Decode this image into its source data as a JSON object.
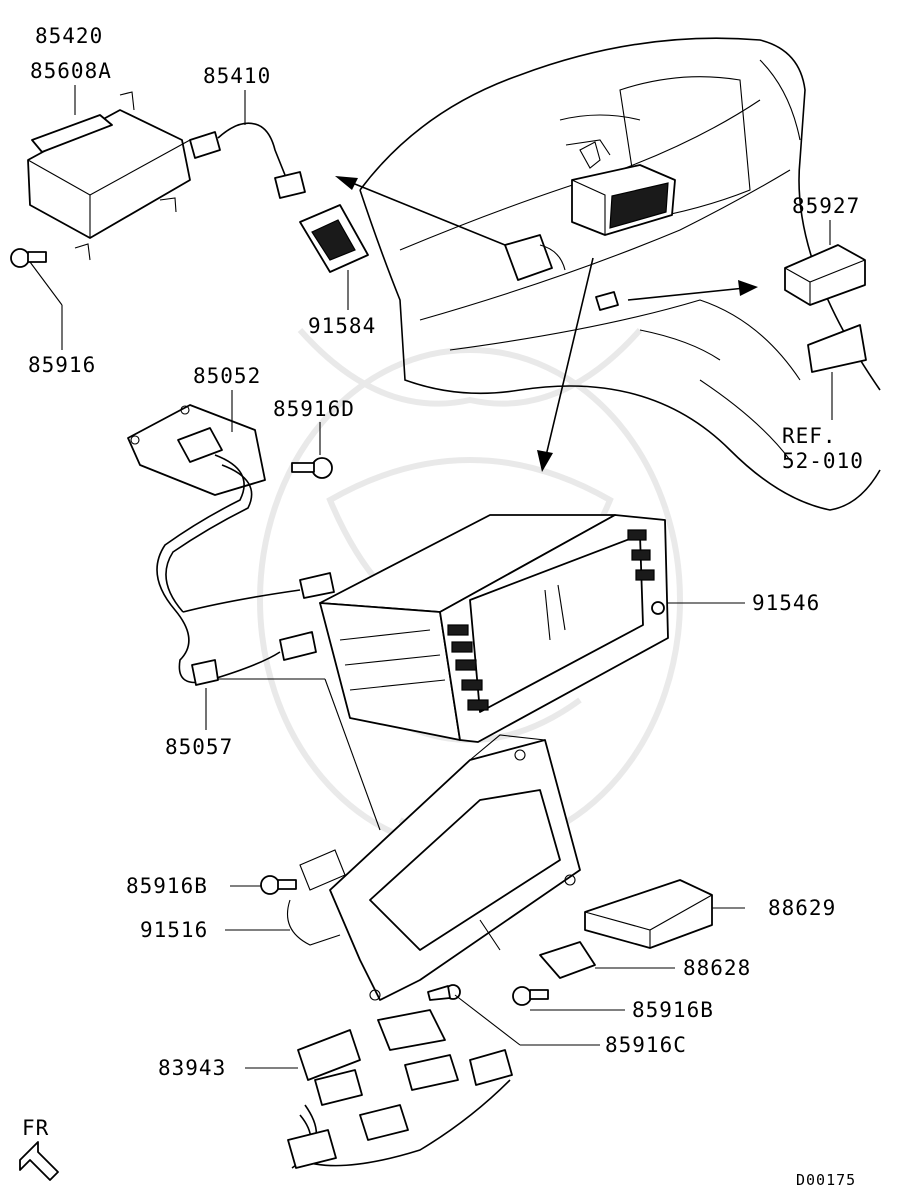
{
  "diagram": {
    "code": "D00175",
    "direction_label": "FR",
    "callouts": [
      {
        "id": "c85420",
        "text": "85420"
      },
      {
        "id": "c85608A",
        "text": "85608A"
      },
      {
        "id": "c85410",
        "text": "85410"
      },
      {
        "id": "c85916",
        "text": "85916"
      },
      {
        "id": "c91584",
        "text": "91584"
      },
      {
        "id": "c85927",
        "text": "85927"
      },
      {
        "id": "cREF1",
        "text": "REF."
      },
      {
        "id": "cREF2",
        "text": "52-010"
      },
      {
        "id": "c85052",
        "text": "85052"
      },
      {
        "id": "c85916D",
        "text": "85916D"
      },
      {
        "id": "c91546",
        "text": "91546"
      },
      {
        "id": "c85057",
        "text": "85057"
      },
      {
        "id": "c85916B_a",
        "text": "85916B"
      },
      {
        "id": "c91516",
        "text": "91516"
      },
      {
        "id": "c88629",
        "text": "88629"
      },
      {
        "id": "c88628",
        "text": "88628"
      },
      {
        "id": "c85916B_b",
        "text": "85916B"
      },
      {
        "id": "c85916C",
        "text": "85916C"
      },
      {
        "id": "c83943",
        "text": "83943"
      }
    ]
  }
}
